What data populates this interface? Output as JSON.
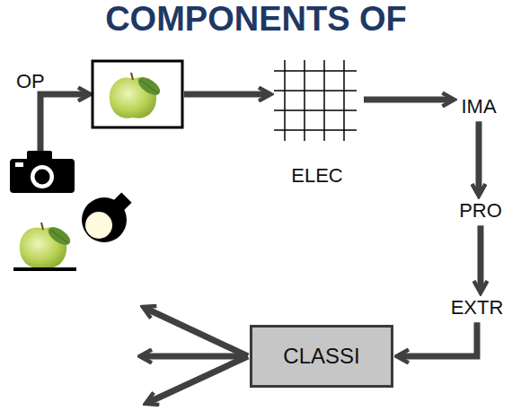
{
  "diagram": {
    "title": "COMPONENTS OF",
    "nodes": [
      {
        "text": [
          "ELEC"
        ]
      },
      {
        "text": [
          "IMA"
        ]
      },
      {
        "text": [
          "PRO"
        ]
      },
      {
        "text": [
          "EXTR"
        ]
      },
      {
        "text": [
          "CLASSI"
        ]
      }
    ],
    "edges": [
      {
        "from": 0,
        "to": 1,
        "arrow": "to"
      },
      {
        "from": 1,
        "to": 2,
        "arrow": "to"
      },
      {
        "from": 2,
        "to": 3,
        "arrow": "to"
      },
      {
        "from": 3,
        "to": 4,
        "arrow": "to"
      }
    ],
    "labels": [
      "OP"
    ]
  }
}
